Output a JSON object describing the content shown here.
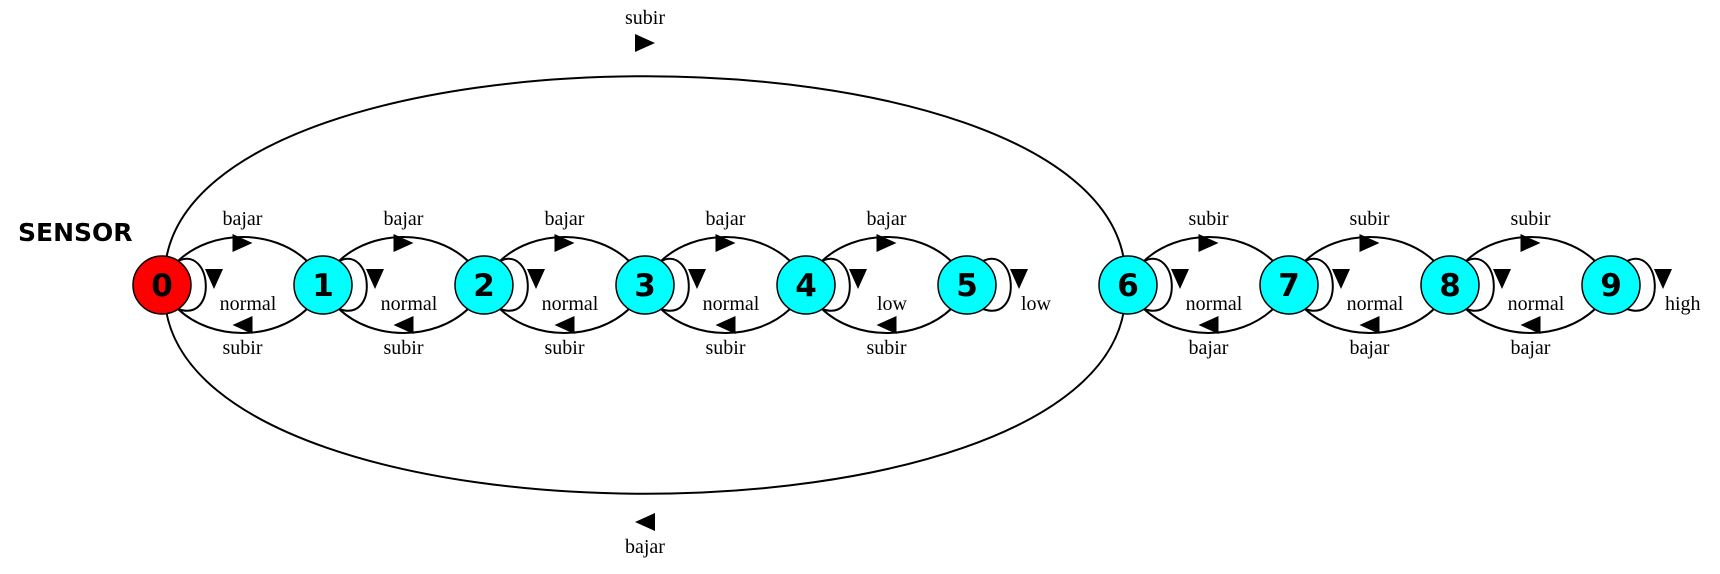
{
  "diagram": {
    "title": "SENSOR",
    "colors": {
      "initial_state": "#ff0000",
      "state": "#00ffff",
      "edge": "#000000"
    },
    "states": [
      {
        "id": "0",
        "label": "0",
        "initial": true
      },
      {
        "id": "1",
        "label": "1"
      },
      {
        "id": "2",
        "label": "2"
      },
      {
        "id": "3",
        "label": "3"
      },
      {
        "id": "4",
        "label": "4"
      },
      {
        "id": "5",
        "label": "5"
      },
      {
        "id": "6",
        "label": "6"
      },
      {
        "id": "7",
        "label": "7"
      },
      {
        "id": "8",
        "label": "8"
      },
      {
        "id": "9",
        "label": "9"
      }
    ],
    "transitions": [
      {
        "from": "0",
        "to": "1",
        "label": "bajar"
      },
      {
        "from": "1",
        "to": "0",
        "label": "subir"
      },
      {
        "from": "0",
        "to": "0",
        "label": "normal"
      },
      {
        "from": "1",
        "to": "2",
        "label": "bajar"
      },
      {
        "from": "2",
        "to": "1",
        "label": "subir"
      },
      {
        "from": "1",
        "to": "1",
        "label": "normal"
      },
      {
        "from": "2",
        "to": "3",
        "label": "bajar"
      },
      {
        "from": "3",
        "to": "2",
        "label": "subir"
      },
      {
        "from": "2",
        "to": "2",
        "label": "normal"
      },
      {
        "from": "3",
        "to": "4",
        "label": "bajar"
      },
      {
        "from": "4",
        "to": "3",
        "label": "subir"
      },
      {
        "from": "3",
        "to": "3",
        "label": "normal"
      },
      {
        "from": "4",
        "to": "5",
        "label": "bajar"
      },
      {
        "from": "5",
        "to": "4",
        "label": "subir"
      },
      {
        "from": "4",
        "to": "4",
        "label": "low"
      },
      {
        "from": "5",
        "to": "5",
        "label": "low"
      },
      {
        "from": "0",
        "to": "6",
        "label": "subir"
      },
      {
        "from": "6",
        "to": "0",
        "label": "bajar"
      },
      {
        "from": "6",
        "to": "7",
        "label": "subir"
      },
      {
        "from": "7",
        "to": "6",
        "label": "bajar"
      },
      {
        "from": "6",
        "to": "6",
        "label": "normal"
      },
      {
        "from": "7",
        "to": "8",
        "label": "subir"
      },
      {
        "from": "8",
        "to": "7",
        "label": "bajar"
      },
      {
        "from": "7",
        "to": "7",
        "label": "normal"
      },
      {
        "from": "8",
        "to": "9",
        "label": "subir"
      },
      {
        "from": "9",
        "to": "8",
        "label": "bajar"
      },
      {
        "from": "8",
        "to": "8",
        "label": "normal"
      },
      {
        "from": "9",
        "to": "9",
        "label": "high"
      }
    ]
  }
}
